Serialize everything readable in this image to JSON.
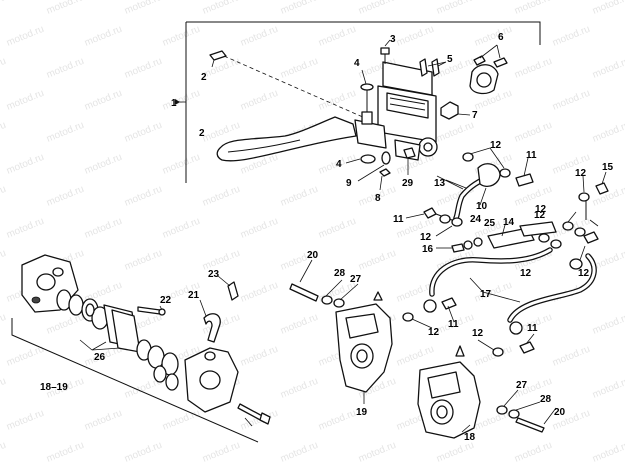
{
  "diagram": {
    "watermark_text": "motod.ru",
    "callouts": [
      "1",
      "2",
      "2",
      "3",
      "4",
      "4",
      "5",
      "6",
      "7",
      "8",
      "9",
      "10",
      "11",
      "11",
      "11",
      "11",
      "12",
      "12",
      "12",
      "12",
      "12",
      "12",
      "12",
      "12",
      "12",
      "13",
      "14",
      "15",
      "16",
      "17",
      "18",
      "18–19",
      "19",
      "20",
      "20",
      "21",
      "22",
      "23",
      "24",
      "25",
      "26",
      "27",
      "27",
      "28",
      "28",
      "29"
    ]
  }
}
